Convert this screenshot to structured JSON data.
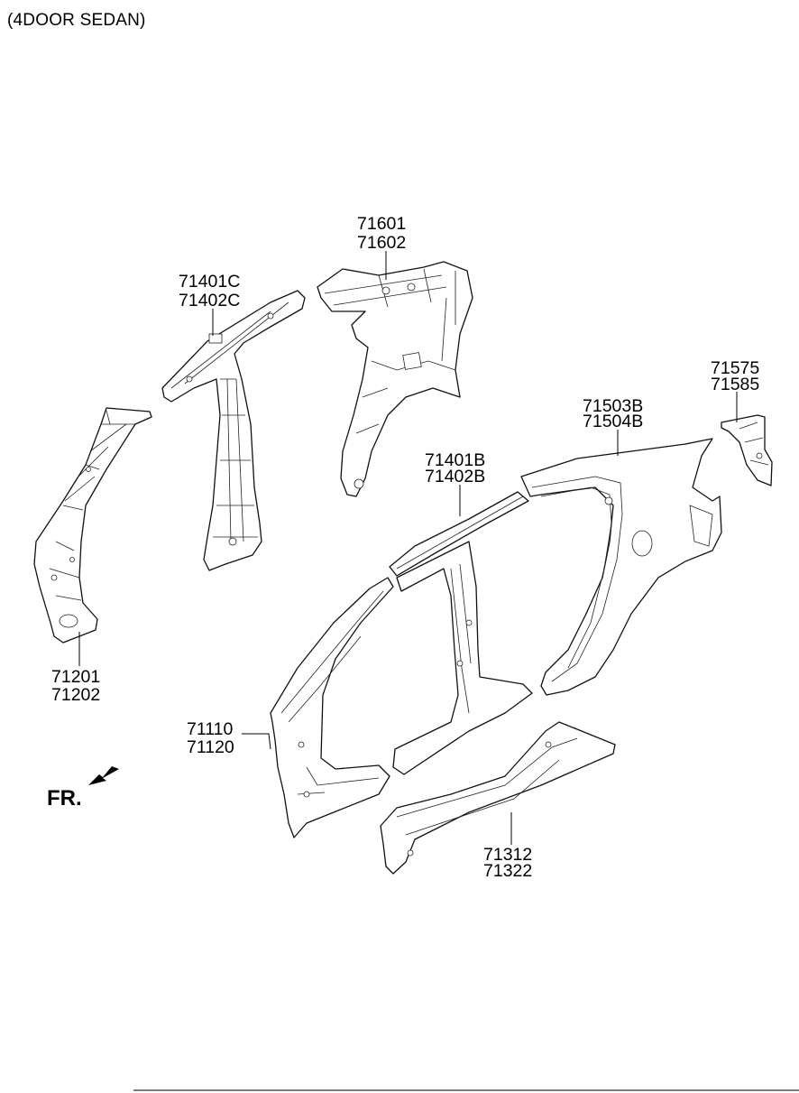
{
  "header": {
    "title": "(4DOOR SEDAN)"
  },
  "direction": {
    "label": "FR."
  },
  "callouts": [
    {
      "id": "c1",
      "numbers": [
        "71601",
        "71602"
      ]
    },
    {
      "id": "c2",
      "numbers": [
        "71401C",
        "71402C"
      ]
    },
    {
      "id": "c3",
      "numbers": [
        "71575",
        "71585"
      ]
    },
    {
      "id": "c4",
      "numbers": [
        "71503B",
        "71504B"
      ]
    },
    {
      "id": "c5",
      "numbers": [
        "71401B",
        "71402B"
      ]
    },
    {
      "id": "c6",
      "numbers": [
        "71201",
        "71202"
      ]
    },
    {
      "id": "c7",
      "numbers": [
        "71110",
        "71120"
      ]
    },
    {
      "id": "c8",
      "numbers": [
        "71312",
        "71322"
      ]
    }
  ]
}
